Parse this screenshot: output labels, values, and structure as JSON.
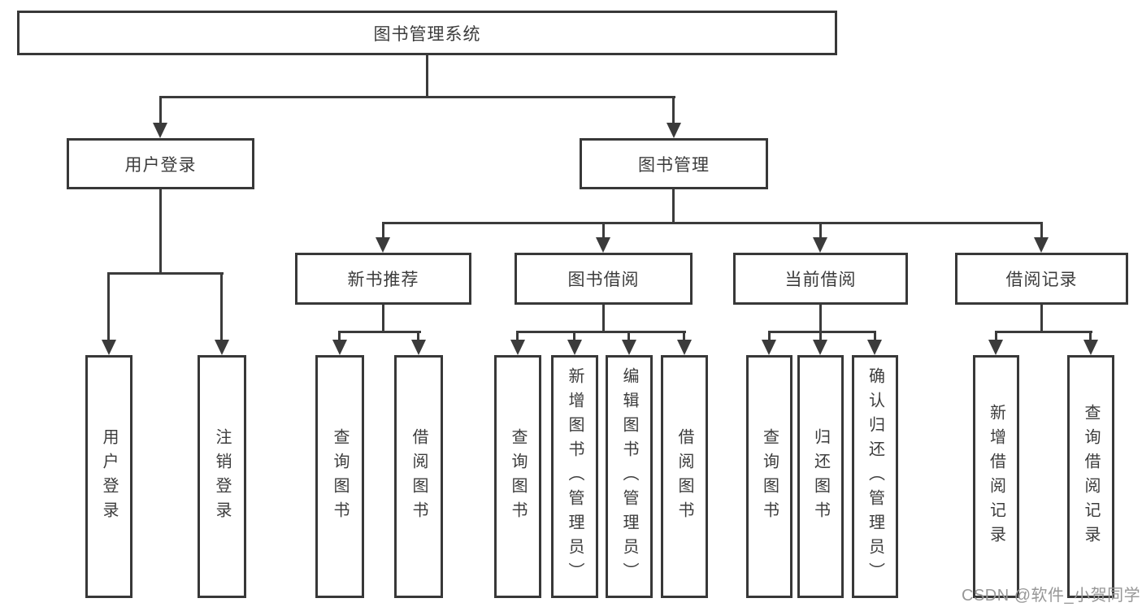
{
  "diagram": {
    "title": "图书管理系统",
    "nodes": {
      "root": "图书管理系统",
      "user_login": "用户登录",
      "book_mgmt": "图书管理",
      "new_book_rec": "新书推荐",
      "book_borrow": "图书借阅",
      "current_borrow": "当前借阅",
      "borrow_records": "借阅记录",
      "leaf_user_login": "用户登录",
      "leaf_logout": "注销登录",
      "leaf_query_book_rec": "查询图书",
      "leaf_borrow_book_rec": "借阅图书",
      "leaf_query_book_borrow": "查询图书",
      "leaf_add_book_admin": "新增图书（管理员）",
      "leaf_edit_book_admin": "编辑图书（管理员）",
      "leaf_borrow_book_borrow": "借阅图书",
      "leaf_query_book_current": "查询图书",
      "leaf_return_book": "归还图书",
      "leaf_confirm_return_admin": "确认归还（管理员）",
      "leaf_add_borrow_record": "新增借阅记录",
      "leaf_query_borrow_record": "查询借阅记录"
    },
    "colors": {
      "line": "#3b3b3b",
      "text": "#3c3c3c",
      "background": "#ffffff",
      "watermark": "#979797"
    }
  },
  "watermark": {
    "text": "CSDN @软件_小贺同学"
  }
}
